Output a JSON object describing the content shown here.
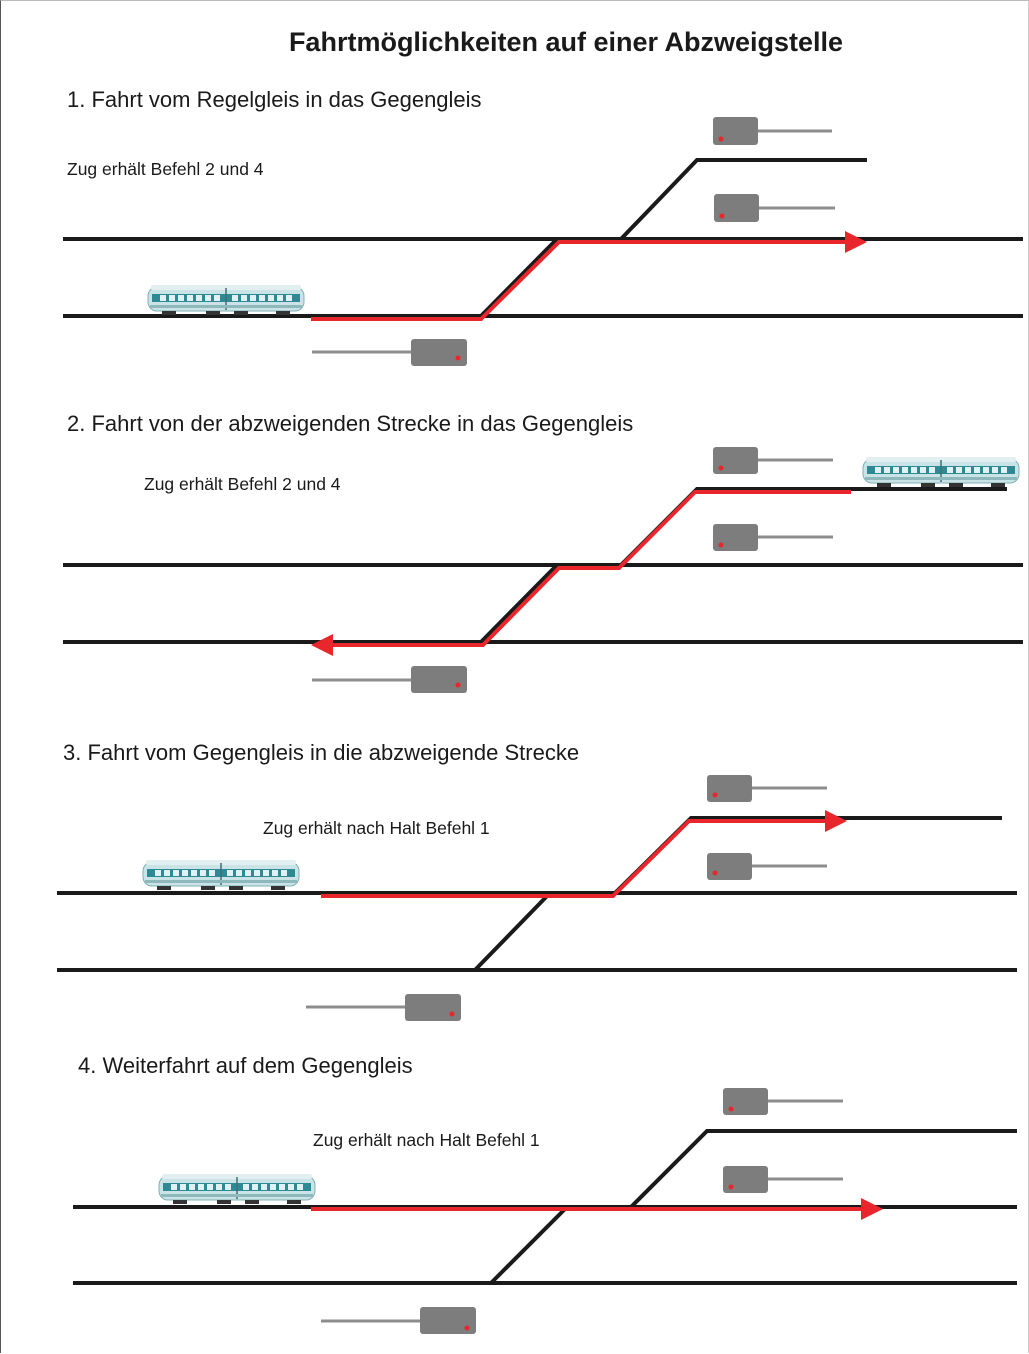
{
  "title": "Fahrtmöglichkeiten auf einer Abzweigstelle",
  "colors": {
    "track": "#1a1a1a",
    "route": "#e8262c",
    "signal": "#7d7d7d",
    "signal_lamp": "#e8262c",
    "train_body": "#c9e3e6",
    "train_stripe": "#2d8a94"
  },
  "icons": {
    "train": "train-icon",
    "signal": "signal-icon",
    "arrow": "route-arrow-icon"
  },
  "scenarios": [
    {
      "heading": "1. Fahrt vom Regelgleis in das Gegengleis",
      "command": "Zug erhält Befehl 2 und 4"
    },
    {
      "heading": "2. Fahrt von der abzweigenden Strecke in das Gegengleis",
      "command": "Zug erhält Befehl 2 und 4"
    },
    {
      "heading": "3. Fahrt vom Gegengleis in die abzweigende Strecke",
      "command": "Zug erhält nach Halt Befehl 1"
    },
    {
      "heading": "4. Weiterfahrt auf dem Gegengleis",
      "command": "Zug erhält nach Halt Befehl 1"
    }
  ]
}
